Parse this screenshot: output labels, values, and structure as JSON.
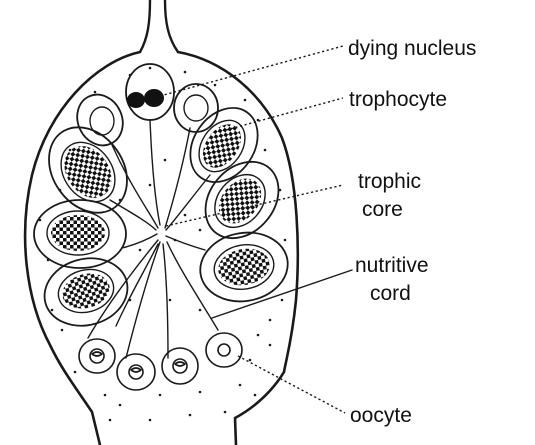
{
  "labels": {
    "dying_nucleus": "dying nucleus",
    "trophocyte": "trophocyte",
    "trophic_line1": "trophic",
    "trophic_line2": "core",
    "nutritive_line1": "nutritive",
    "nutritive_line2": "cord",
    "oocyte": "oocyte"
  },
  "colors": {
    "ink": "#1a1a1a",
    "background": "#ffffff"
  }
}
